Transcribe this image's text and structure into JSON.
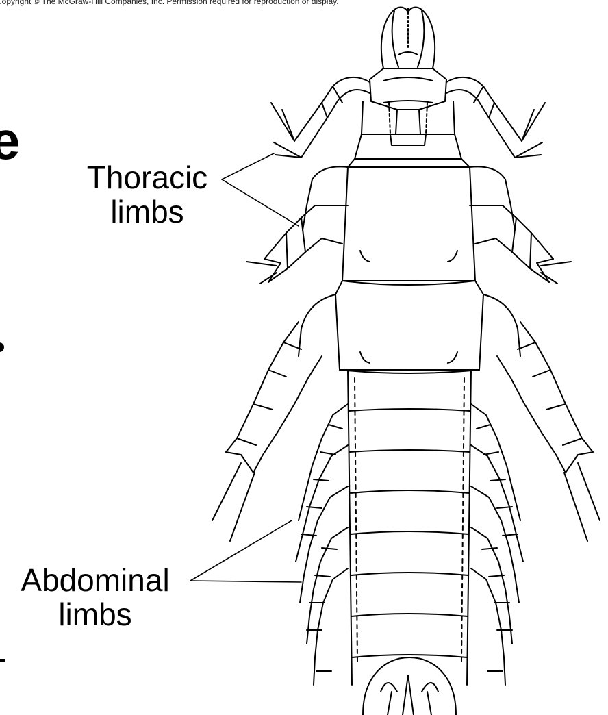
{
  "copyright": "Copyright © The McGraw-Hill Companies, Inc. Permission required for reproduction or display.",
  "labels": {
    "thoracic": [
      "Thoracic",
      "limbs"
    ],
    "abdominal": [
      "Abdominal",
      "limbs"
    ]
  },
  "colors": {
    "line": "#000000",
    "background": "#ffffff"
  }
}
